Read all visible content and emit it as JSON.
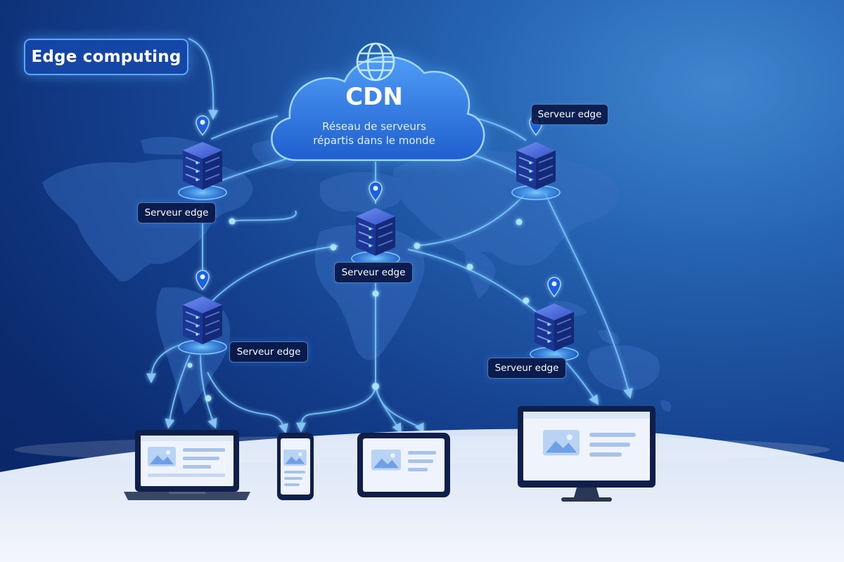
{
  "header": {
    "title": "Edge computing"
  },
  "cdn": {
    "name": "CDN",
    "description_line1": "Réseau de serveurs",
    "description_line2": "répartis dans le monde"
  },
  "edge_servers": [
    {
      "label": "Serveur edge"
    },
    {
      "label": "Serveur edge"
    },
    {
      "label": "Serveur edge"
    },
    {
      "label": "Serveur edge"
    },
    {
      "label": "Serveur edge"
    }
  ],
  "icons": {
    "cloud": "cloud-icon",
    "globe": "globe-icon",
    "server": "server-icon",
    "pin": "location-pin-icon",
    "laptop": "laptop-icon",
    "phone": "smartphone-icon",
    "tablet": "tablet-icon",
    "monitor": "monitor-icon",
    "image": "image-icon"
  },
  "colors": {
    "background_dark": "#0a2563",
    "background_light": "#3f86cf",
    "accent": "#5aa8ff",
    "link_line": "#7cc8ff",
    "server_body": "#1a2f8a",
    "cloud": "#2f7be0",
    "floor": "#e8eef8"
  }
}
